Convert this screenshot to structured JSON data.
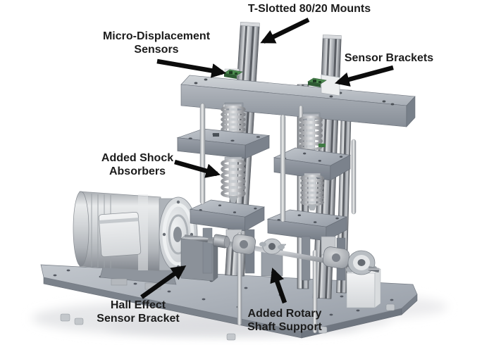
{
  "colors": {
    "background": "#ffffff",
    "label_text": "#1c1c1c",
    "arrow": "#0c0c0c",
    "metal_light": "#e9ebec",
    "metal_mid": "#a9aeb5",
    "metal_dark": "#7a8089",
    "pcb_green": "#4d8c50",
    "shadow": "#e6e7e9"
  },
  "annotations": {
    "t_slotted_mounts": {
      "text": "T-Slotted 80/20 Mounts"
    },
    "micro_displacement_sensors": {
      "text": "Micro-Displacement\nSensors"
    },
    "sensor_brackets": {
      "text": "Sensor Brackets"
    },
    "added_shock_absorbers": {
      "text": "Added Shock\nAbsorbers"
    },
    "hall_effect_sensor_bracket": {
      "text": "Hall Effect\nSensor Bracket"
    },
    "added_rotary_shaft_support": {
      "text": "Added Rotary\nShaft Support"
    }
  }
}
